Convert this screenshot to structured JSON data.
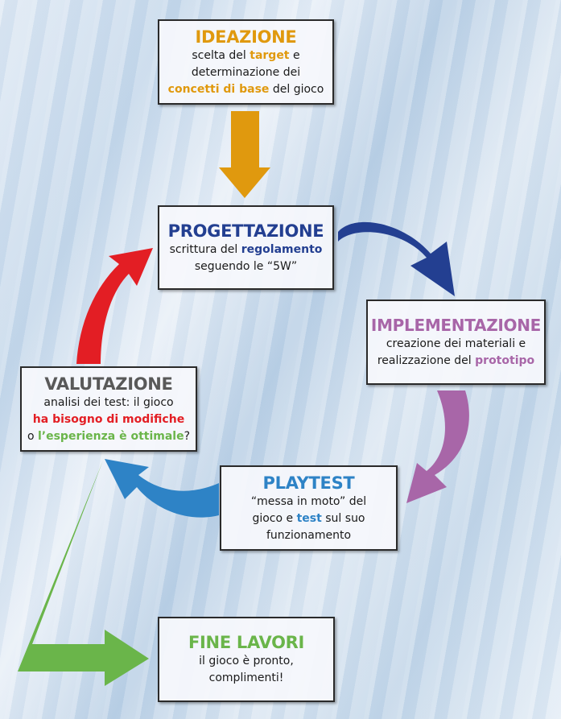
{
  "colors": {
    "ideazione": "#e0990e",
    "progettazione": "#233f91",
    "implementazione": "#a866a8",
    "valutazione": "#595959",
    "red": "#e31e24",
    "green": "#6ab54a",
    "playtest": "#2e83c6"
  },
  "ideazione": {
    "title": "IDEAZIONE",
    "d1": "scelta del ",
    "d2": "target",
    "d3": " e",
    "d4": "determinazione dei",
    "d5": "concetti di base",
    "d6": " del gioco"
  },
  "progettazione": {
    "title": "PROGETTAZIONE",
    "d1": "scrittura del ",
    "d2": "regolamento",
    "d3": "seguendo le “5W”"
  },
  "implementazione": {
    "title": "IMPLEMENTAZIONE",
    "d1": "creazione dei materiali e",
    "d2": "realizzazione del ",
    "d3": "prototipo"
  },
  "valutazione": {
    "title": "VALUTAZIONE",
    "d1": "analisi dei test: il gioco",
    "d2": "ha bisogno di modifiche",
    "d3": "o ",
    "d4": "l’esperienza è ottimale",
    "d5": "?"
  },
  "playtest": {
    "title": "PLAYTEST",
    "d1": "“messa in moto” del",
    "d2": "gioco e ",
    "d3": "test",
    "d4": " sul suo",
    "d5": "funzionamento"
  },
  "fine": {
    "title": "FINE LAVORI",
    "d1": "il gioco è pronto,",
    "d2": "complimenti!"
  }
}
